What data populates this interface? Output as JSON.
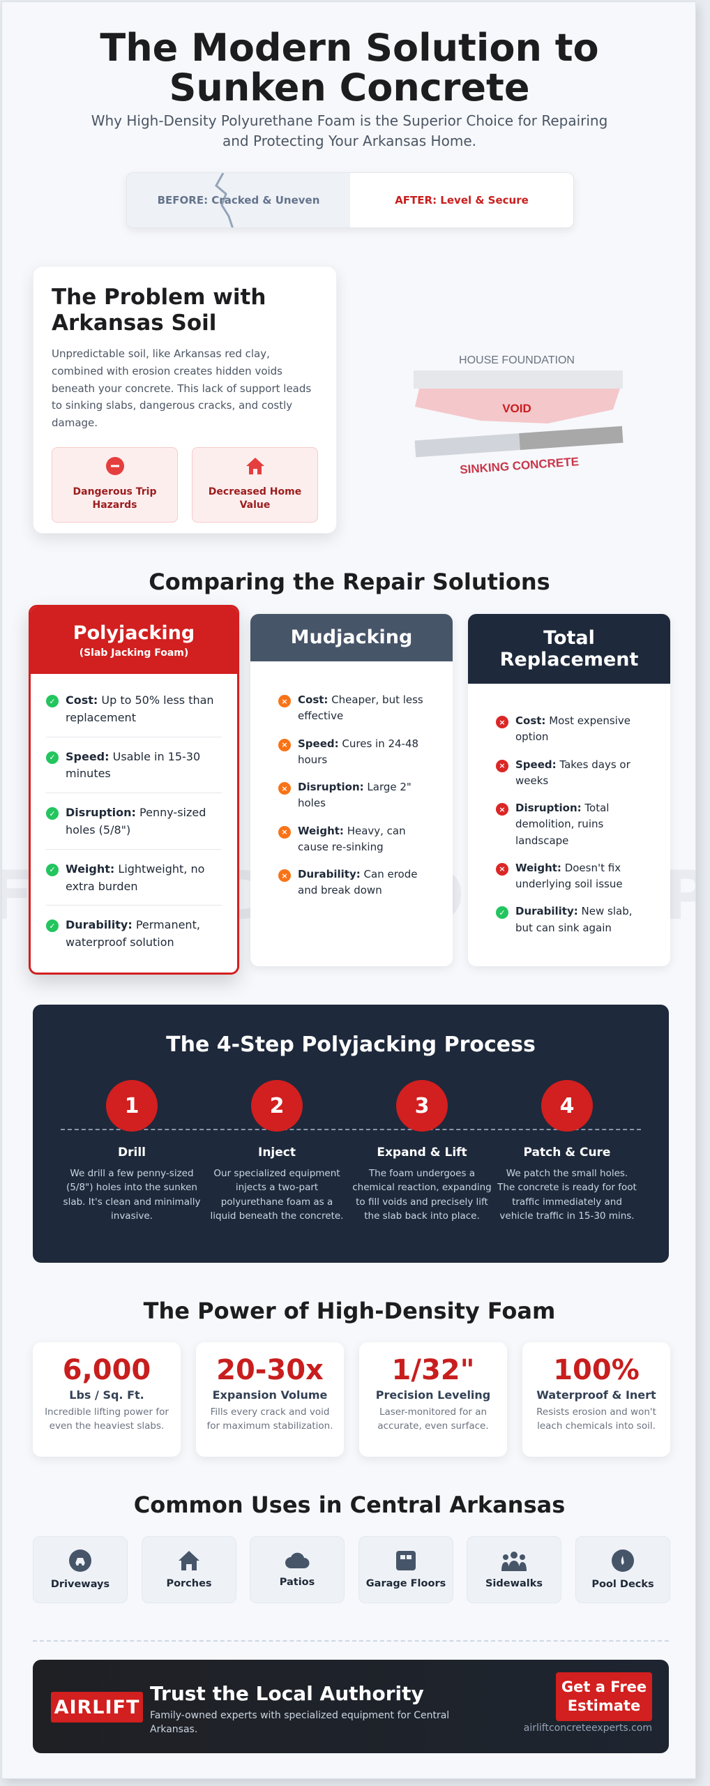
{
  "hero": {
    "title": "The Modern Solution to Sunken Concrete",
    "subtitle": "Why High-Density Polyurethane Foam is the Superior Choice for Repairing and Protecting Your Arkansas Home.",
    "before_label": "BEFORE: Cracked & Uneven",
    "after_label": "AFTER: Level & Secure"
  },
  "watermark": "FOUNDATION EXPERTS",
  "problem": {
    "title": "The Problem with Arkansas Soil",
    "text": "Unpredictable soil, like Arkansas red clay, combined with erosion creates hidden voids beneath your concrete. This lack of support leads to sinking slabs, dangerous cracks, and costly damage.",
    "tiles": [
      {
        "label": "Dangerous Trip Hazards",
        "icon": "minus-circle-icon"
      },
      {
        "label": "Decreased Home Value",
        "icon": "house-icon"
      }
    ],
    "diagram": {
      "foundation_label": "HOUSE FOUNDATION",
      "void_label": "VOID",
      "concrete_label": "SINKING CONCRETE"
    }
  },
  "compare": {
    "title": "Comparing the Repair Solutions",
    "solutions": [
      {
        "name": "Polyjacking",
        "sub": "(Slab Jacking Foam)",
        "color": "#d21f1f",
        "items": [
          {
            "key": "Cost:",
            "text": " Up to 50% less than replacement",
            "status": "good"
          },
          {
            "key": "Speed:",
            "text": " Usable in 15-30 minutes",
            "status": "good"
          },
          {
            "key": "Disruption:",
            "text": " Penny-sized holes (5/8\")",
            "status": "good"
          },
          {
            "key": "Weight:",
            "text": " Lightweight, no extra burden",
            "status": "good"
          },
          {
            "key": "Durability:",
            "text": " Permanent, waterproof solution",
            "status": "good"
          }
        ]
      },
      {
        "name": "Mudjacking",
        "color": "#475569",
        "items": [
          {
            "key": "Cost:",
            "text": " Cheaper, but less effective",
            "status": "warn"
          },
          {
            "key": "Speed:",
            "text": " Cures in 24-48 hours",
            "status": "warn"
          },
          {
            "key": "Disruption:",
            "text": " Large 2\" holes",
            "status": "warn"
          },
          {
            "key": "Weight:",
            "text": " Heavy, can cause re-sinking",
            "status": "warn"
          },
          {
            "key": "Durability:",
            "text": " Can erode and break down",
            "status": "warn"
          }
        ]
      },
      {
        "name": "Total Replacement",
        "color": "#1e293b",
        "items": [
          {
            "key": "Cost:",
            "text": " Most expensive option",
            "status": "bad"
          },
          {
            "key": "Speed:",
            "text": " Takes days or weeks",
            "status": "bad"
          },
          {
            "key": "Disruption:",
            "text": " Total demolition, ruins landscape",
            "status": "bad"
          },
          {
            "key": "Weight:",
            "text": " Doesn't fix underlying soil issue",
            "status": "bad"
          },
          {
            "key": "Durability:",
            "text": " New slab, but can sink again",
            "status": "good"
          }
        ]
      }
    ]
  },
  "process": {
    "title": "The 4-Step Polyjacking Process",
    "steps": [
      {
        "num": "1",
        "title": "Drill",
        "desc": "We drill a few penny-sized (5/8\") holes into the sunken slab. It's clean and minimally invasive."
      },
      {
        "num": "2",
        "title": "Inject",
        "desc": "Our specialized equipment injects a two-part polyurethane foam as a liquid beneath the concrete."
      },
      {
        "num": "3",
        "title": "Expand & Lift",
        "desc": "The foam undergoes a chemical reaction, expanding to fill voids and precisely lift the slab back into place."
      },
      {
        "num": "4",
        "title": "Patch & Cure",
        "desc": "We patch the small holes. The concrete is ready for foot traffic immediately and vehicle traffic in 15-30 mins."
      }
    ]
  },
  "power": {
    "title": "The Power of High-Density Foam",
    "stats": [
      {
        "value": "6,000",
        "label": "Lbs / Sq. Ft.",
        "desc": "Incredible lifting power for even the heaviest slabs."
      },
      {
        "value": "20-30x",
        "label": "Expansion Volume",
        "desc": "Fills every crack and void for maximum stabilization."
      },
      {
        "value": "1/32\"",
        "label": "Precision Leveling",
        "desc": "Laser-monitored for an accurate, even surface."
      },
      {
        "value": "100%",
        "label": "Waterproof & Inert",
        "desc": "Resists erosion and won't leach chemicals into soil."
      }
    ]
  },
  "uses": {
    "title": "Common Uses in Central Arkansas",
    "items": [
      {
        "label": "Driveways",
        "icon": "car-icon"
      },
      {
        "label": "Porches",
        "icon": "house-icon"
      },
      {
        "label": "Patios",
        "icon": "cloud-icon"
      },
      {
        "label": "Garage Floors",
        "icon": "warehouse-icon"
      },
      {
        "label": "Sidewalks",
        "icon": "people-icon"
      },
      {
        "label": "Pool Decks",
        "icon": "water-icon"
      }
    ]
  },
  "footer": {
    "logo": "AIRLIFT",
    "title": "Trust the Local Authority",
    "subtitle": "Family-owned experts with specialized equipment for Central Arkansas.",
    "cta": "Get a Free Estimate",
    "site": "airliftconcreteexperts.com"
  },
  "colors": {
    "brand_red": "#d21f1f",
    "navy": "#1e293b",
    "good": "#22c55e",
    "warn": "#f97316",
    "bad": "#dc2626"
  }
}
